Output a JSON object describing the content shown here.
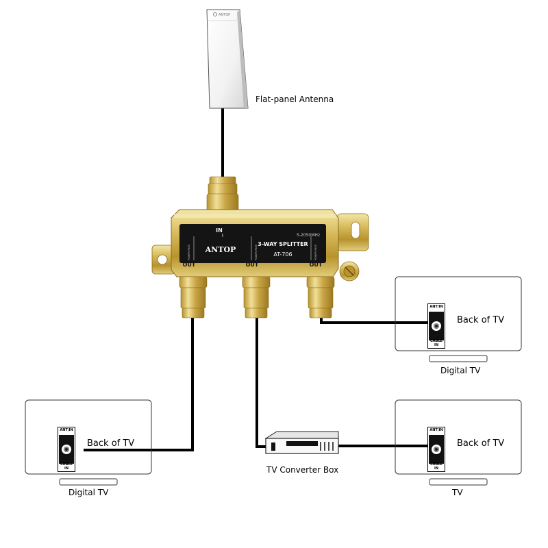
{
  "antenna": {
    "label": "Flat-panel Antenna",
    "brand": "ANTOP"
  },
  "splitter": {
    "brand": "ANTOP",
    "model_title": "3-WAY SPLITTER",
    "model_number": "AT-706",
    "frequency": "5-2050MHz",
    "in_label": "IN",
    "out_labels": [
      "OUT",
      "OUT",
      "OUT"
    ],
    "power_pass_label": "POWER PASS",
    "colors": {
      "body": "#d2b45a",
      "panel": "#141414",
      "fitting": "#c9a640"
    }
  },
  "devices": {
    "digital_tv_right": {
      "label": "Digital TV",
      "back_label": "Back of TV"
    },
    "digital_tv_left": {
      "label": "Digital TV",
      "back_label": "Back of TV"
    },
    "tv": {
      "label": "TV",
      "back_label": "Back of TV"
    },
    "converter_box": {
      "label": "TV Converter Box"
    }
  },
  "port": {
    "top": "ANT/IN",
    "bottom": "CABLE IN"
  }
}
